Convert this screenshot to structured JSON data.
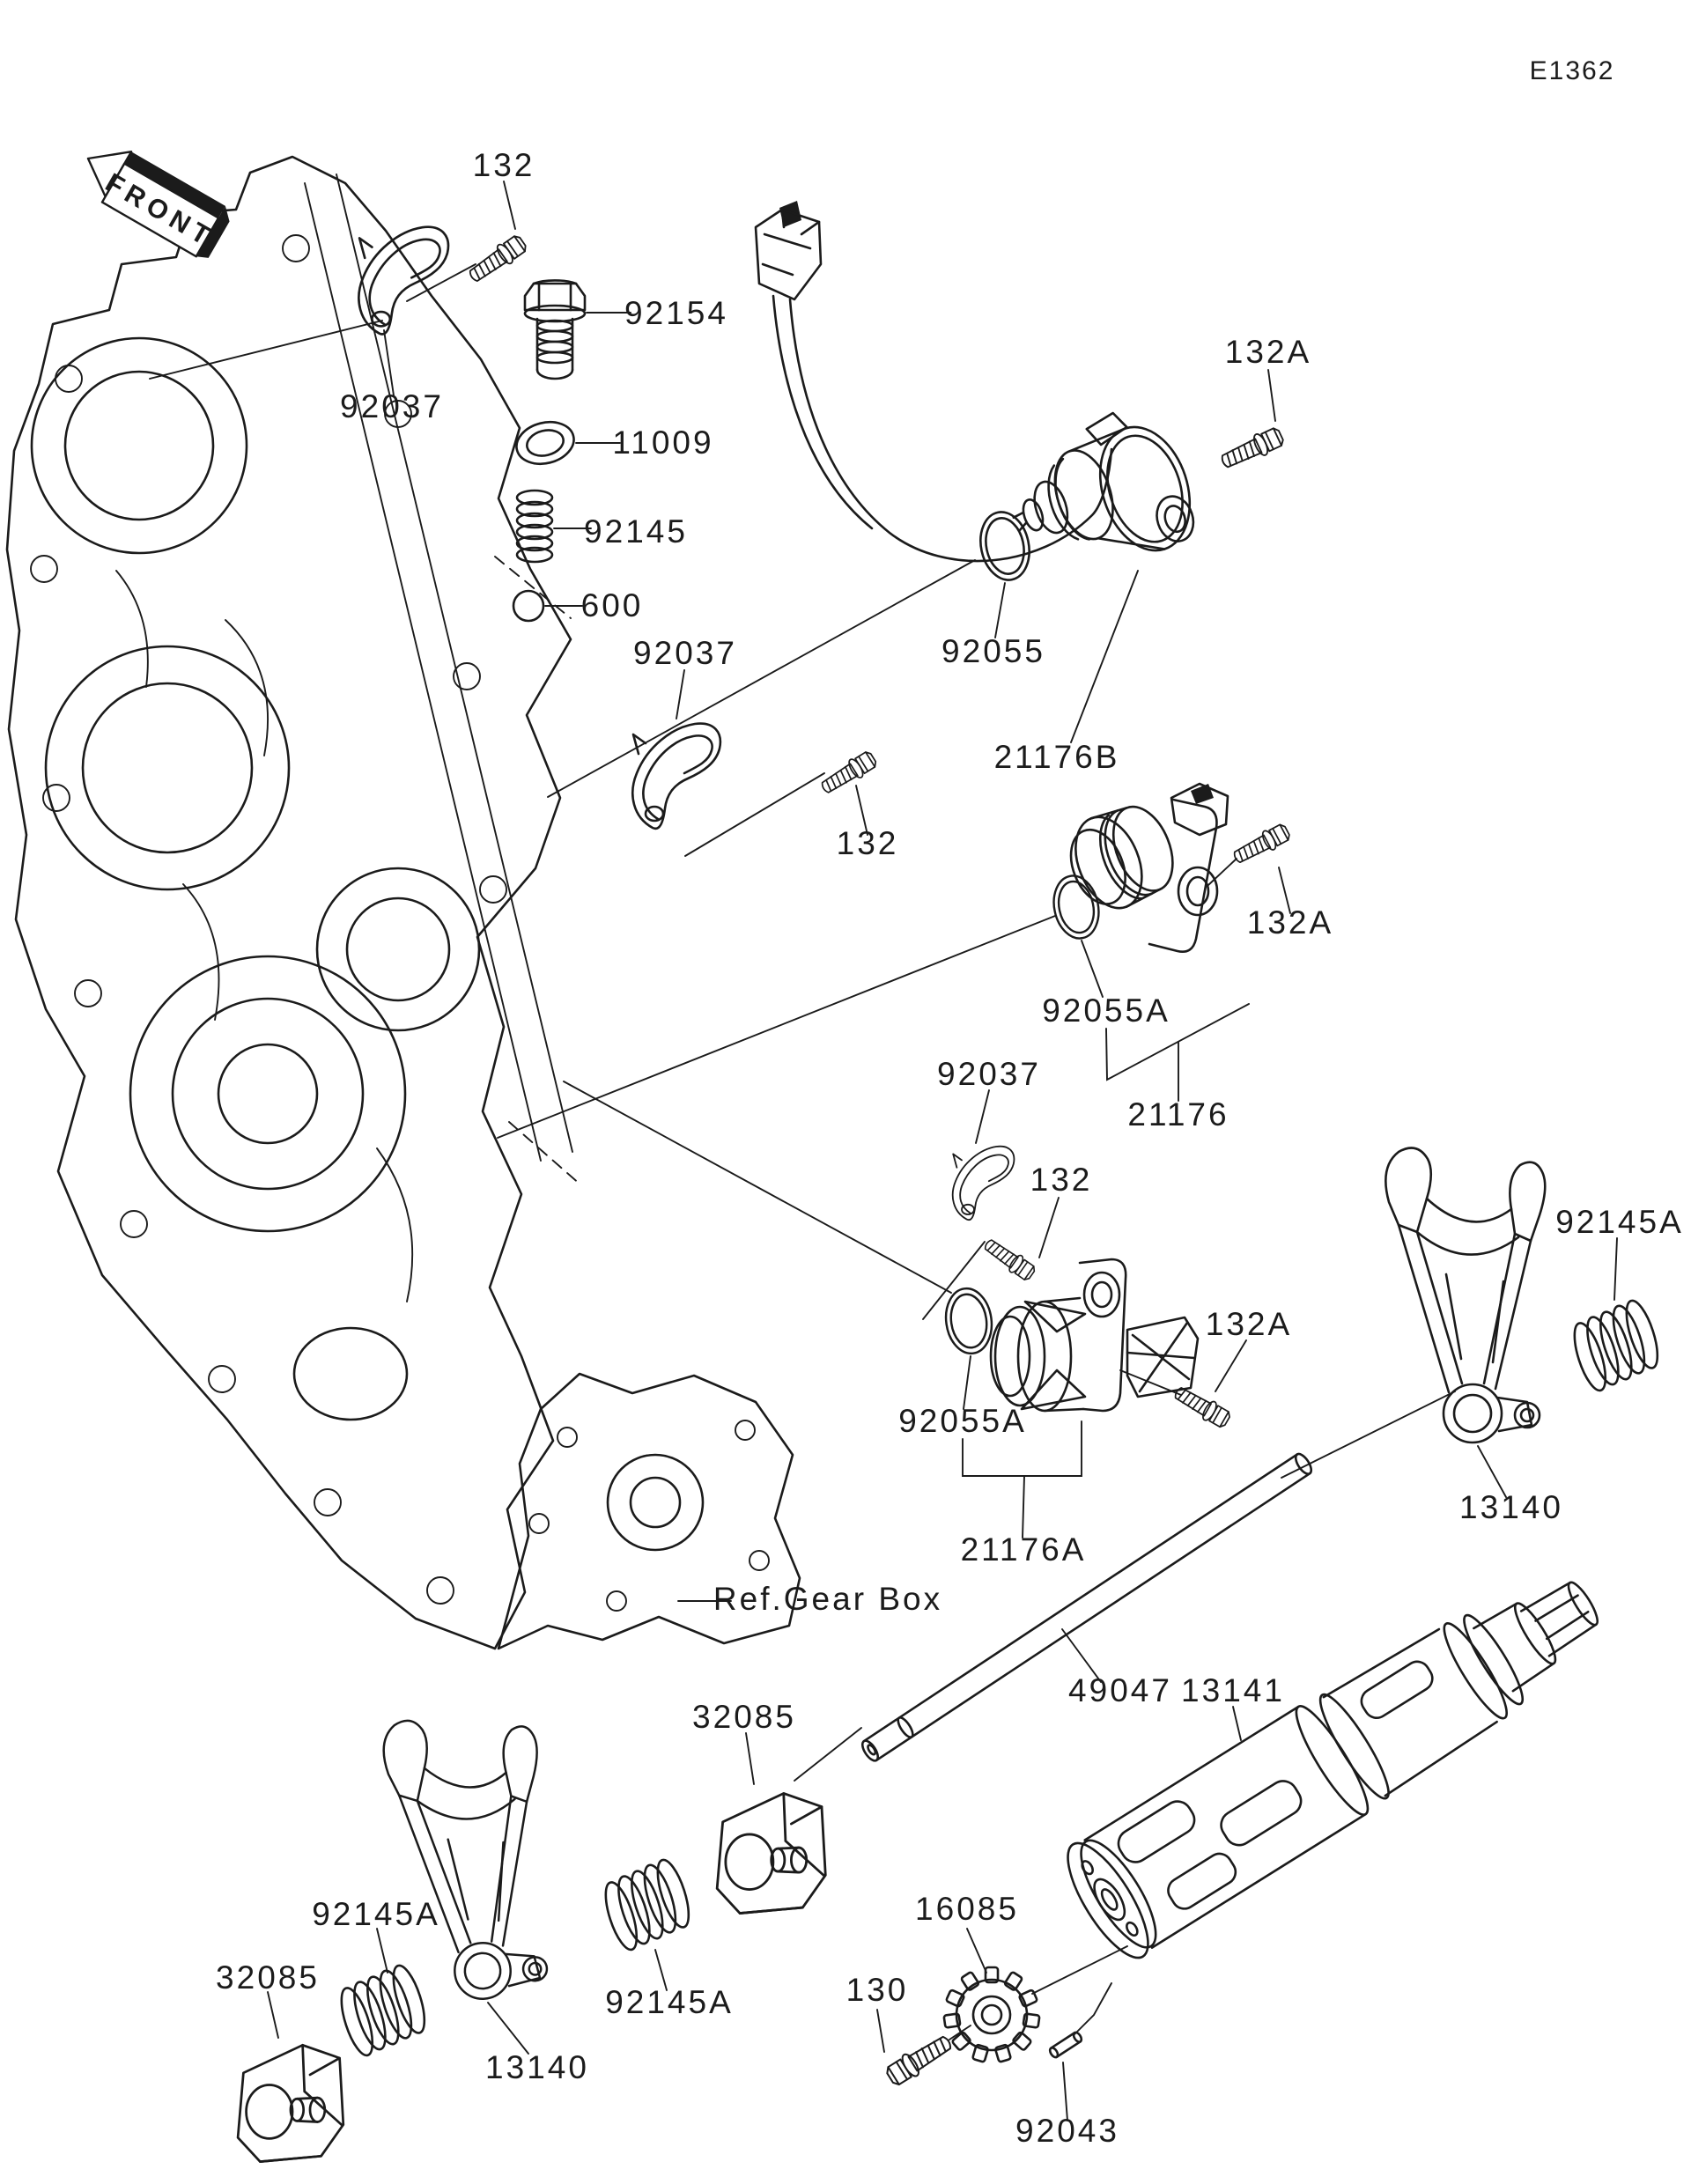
{
  "colors": {
    "ink": "#1b1b1b",
    "paper": "#ffffff"
  },
  "callouts": {
    "diagram_code": "E1362",
    "front_marker": "FRONT",
    "ref_gear_box": "Ref.Gear Box",
    "bolt_132_1": "132",
    "bolt_132_2": "132",
    "bolt_132_3": "132",
    "bolt_132a_1": "132A",
    "bolt_132a_2": "132A",
    "bolt_132a_3": "132A",
    "bolt_130": "130",
    "plug_92154": "92154",
    "washer_11009": "11009",
    "detent_spring_92145": "92145",
    "steel_ball_600": "600",
    "clamp_92037_1": "92037",
    "clamp_92037_2": "92037",
    "clamp_92037_3": "92037",
    "oring_92055": "92055",
    "oring_92055a_1": "92055A",
    "oring_92055a_2": "92055A",
    "switch_21176b": "21176B",
    "sensor_21176": "21176",
    "sensor_21176a": "21176A",
    "fork_spring_92145a_1": "92145A",
    "fork_spring_92145a_2": "92145A",
    "fork_spring_92145a_3": "92145A",
    "shift_fork_13140_1": "13140",
    "shift_fork_13140_2": "13140",
    "drum_holder_32085_1": "32085",
    "drum_holder_32085_2": "32085",
    "fork_rod_49047": "49047",
    "shift_drum_13141": "13141",
    "gear_16085": "16085",
    "pin_92043": "92043"
  }
}
